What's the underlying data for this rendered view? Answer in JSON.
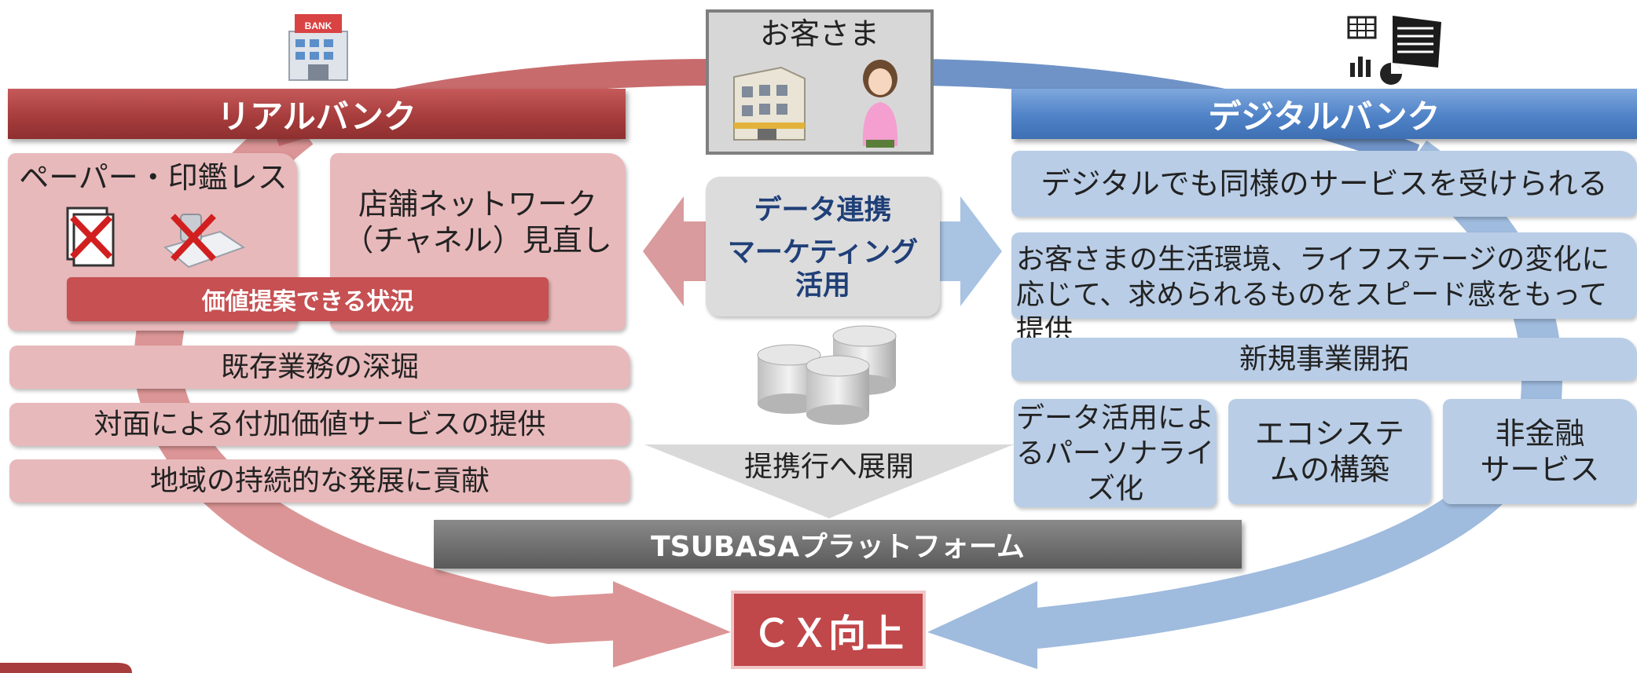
{
  "customer": {
    "label": "お客さま"
  },
  "real_bank": {
    "title": "リアルバンク",
    "paperless": "ペーパー・印鑑レス",
    "store_network": "店舗ネットワーク\n（チャネル）見直し",
    "value_proposal": "価値提案できる状況",
    "items": [
      "既存業務の深堀",
      "対面による付加価値サービスの提供",
      "地域の持続的な発展に貢献"
    ]
  },
  "center": {
    "data_link": "データ連携",
    "marketing": "マーケティング\n活用",
    "expand": "提携行へ展開",
    "platform": "TSUBASAプラットフォーム",
    "cx": "ＣＸ向上"
  },
  "digital_bank": {
    "title": "デジタルバンク",
    "items": [
      "デジタルでも同様のサービスを受けられる",
      "お客さまの生活環境、ライフステージの変化に応じて、求められるものをスピード感をもって提供",
      "新規事業開拓"
    ],
    "small_items": [
      "データ活用によるパーソナライズ化",
      "エコシステムの構築",
      "非金融\nサービス"
    ]
  },
  "bank_sign": "BANK",
  "colors": {
    "red_dark": "#a83d3d",
    "red_light": "#e8b9bb",
    "blue_dark": "#4f82c7",
    "blue_light": "#b9cde6",
    "navy_text": "#1f3f78",
    "gray_bar": "#6d6d6d"
  },
  "icons": [
    "bank-building-icon",
    "paper-document-icon",
    "seal-stamp-icon",
    "office-building-icon",
    "woman-customer-icon",
    "dashboard-chart-icon",
    "database-icon",
    "cross-mark-icon"
  ]
}
